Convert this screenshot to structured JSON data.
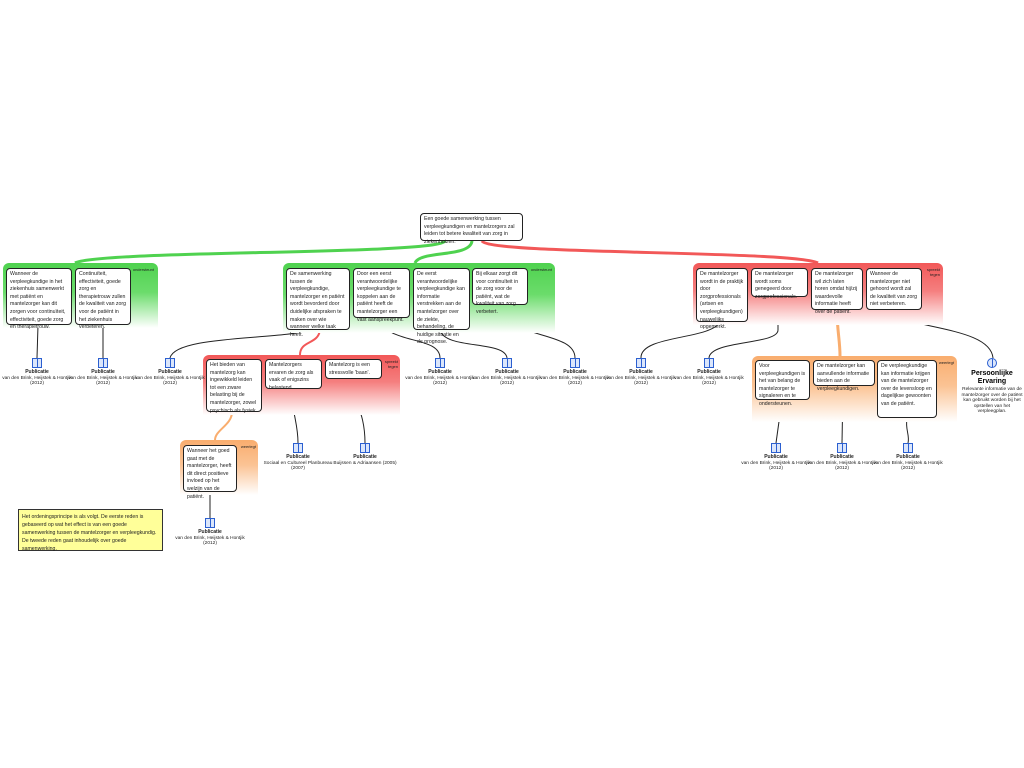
{
  "main_claim": "Een goede samenwerking tussen verpleegkundigen en mantelzorgers zal leiden tot betere kwaliteit van zorg in ziekenhuizen.",
  "tags": {
    "supports": "ondersteunt",
    "opposes": "spreekt tegen",
    "rebuts": "weerlegt"
  },
  "left_reasons": [
    "Wanneer de verpleegkundige in het ziekenhuis samenwerkt met patiënt en mantelzorger kan dit zorgen voor continuïteit, effectiviteit, goede zorg en therapietrouw.",
    "Continuïteit, effectiviteit, goede zorg en therapietrouw zullen de kwaliteit van zorg voor de patiënt in het ziekenhuis verbeteren."
  ],
  "mid_reasons": [
    "De samenwerking tussen de verpleegkundige, mantelzorger en patiënt wordt bevorderd door duidelijke afspraken te maken over wie wanneer welke taak heeft.",
    "Door een eerst verantwoordelijke verpleegkundige te koppelen aan de patiënt heeft de mantelzorger een vast aanspreekpunt.",
    "De eerst verantwoordelijke verpleegkundige kan informatie verstrekken aan de mantelzorger over de ziekte, behandeling, de huidige situatie en de prognose.",
    "Bij elkaar zorgt dit voor continuïteit in de zorg voor de patiënt, wat de kwaliteit van zorg verbetert."
  ],
  "mid_objections": [
    "Het bieden van mantelzorg kan ingewikkeld leiden tot een zware belasting bij de mantelzorger, zowel psychisch als fysiek.",
    "Mantelzorgers ervaren de zorg als vaak of enigszins belastend.",
    "Mantelzorg is een stressvolle 'baan'."
  ],
  "mid_rebuttal": "Wanneer het goed gaat met de mantelzorger, heeft dit direct positieve invloed op het welzijn van de patiënt.",
  "right_objections": [
    "De mantelzorger wordt in de praktijk door zorgprofessionals (artsen en verpleegkundigen) nauwelijks opgemerkt.",
    "De mantelzorger wordt soms genegeerd door zorgprofessionals.",
    "De mantelzorger wil zich laten horen omdat hij/zij waardevolle informatie heeft over de patiënt.",
    "Wanneer de mantelzorger niet gehoord wordt zal de kwaliteit van zorg niet verbeteren."
  ],
  "right_rebuttals": [
    "Voor verpleegkundigen is het van belang de mantelzorger te signaleren en te ondersteunen.",
    "De mantelzorger kan aanvullende informatie bieden aan de verpleegkundigen.",
    "De verpleegkundige kan informatie krijgen van de mantelzorger over de levensloop en dagelijkse gewoonten van de patiënt."
  ],
  "publication_label": "Publicatie",
  "sources": {
    "vdb": "van den Brink, Heijstek & Hontjik (2012)",
    "scp": "Sociaal en Cultureel Planbureau (2007)",
    "bui": "Buijssen & Adriaansen (2005)"
  },
  "personal": {
    "title": "Persoonlijke Ervaring",
    "text": "Relevante informatie van de mantelzorger over de patiënt kan gebruikt worden bij het opstellen van het verpleegplan."
  },
  "note": "Het ordeningsprincipe is als volgt. De eerste reden is gebaseerd op wat het effect is van een goede samenwerking tussen de mantelzorger en verpleegkundig. De tweede reden gaat inhoudelijk over goede samenwerking."
}
